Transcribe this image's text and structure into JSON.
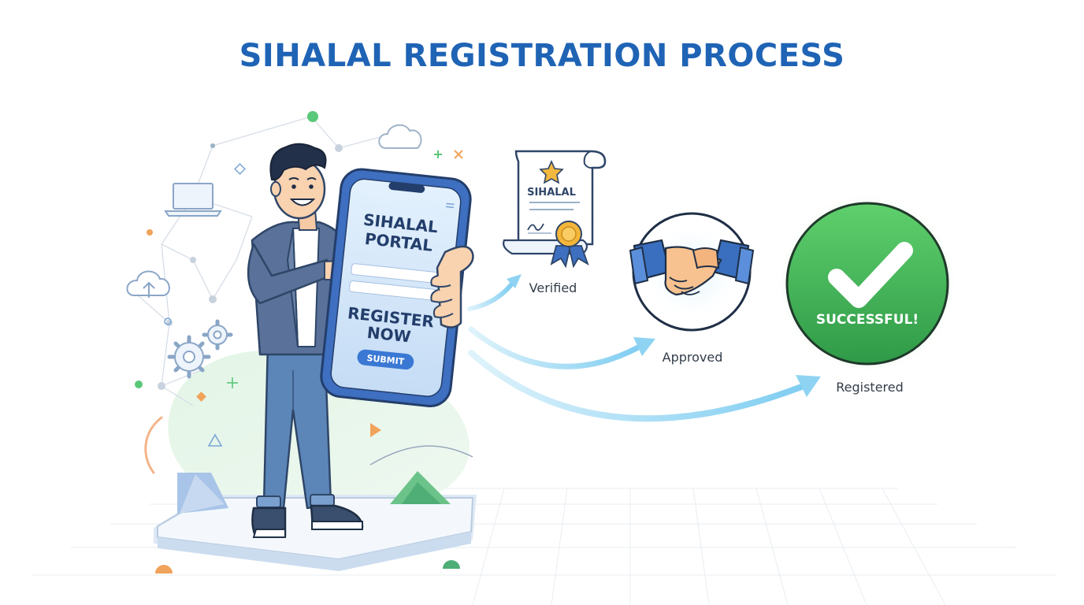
{
  "title": "SIHALAL REGISTRATION PROCESS",
  "phone": {
    "portal_line1": "SIHALAL",
    "portal_line2": "PORTAL",
    "register_line1": "REGISTER",
    "register_line2": "NOW",
    "submit_label": "SUBMIT"
  },
  "steps": [
    {
      "label": "Verified",
      "card_text": "SIHALAL"
    },
    {
      "label": "Approved"
    },
    {
      "label": "Registered",
      "badge_text": "SUCCESSFUL!"
    }
  ],
  "colors": {
    "title": "#1f63b5",
    "success_green": "#3cae4f",
    "arrow_blue": "#8fd3f2",
    "phone_screen": "#cfe3f7",
    "shirt": "#5a7199",
    "jeans": "#5c86b8"
  }
}
